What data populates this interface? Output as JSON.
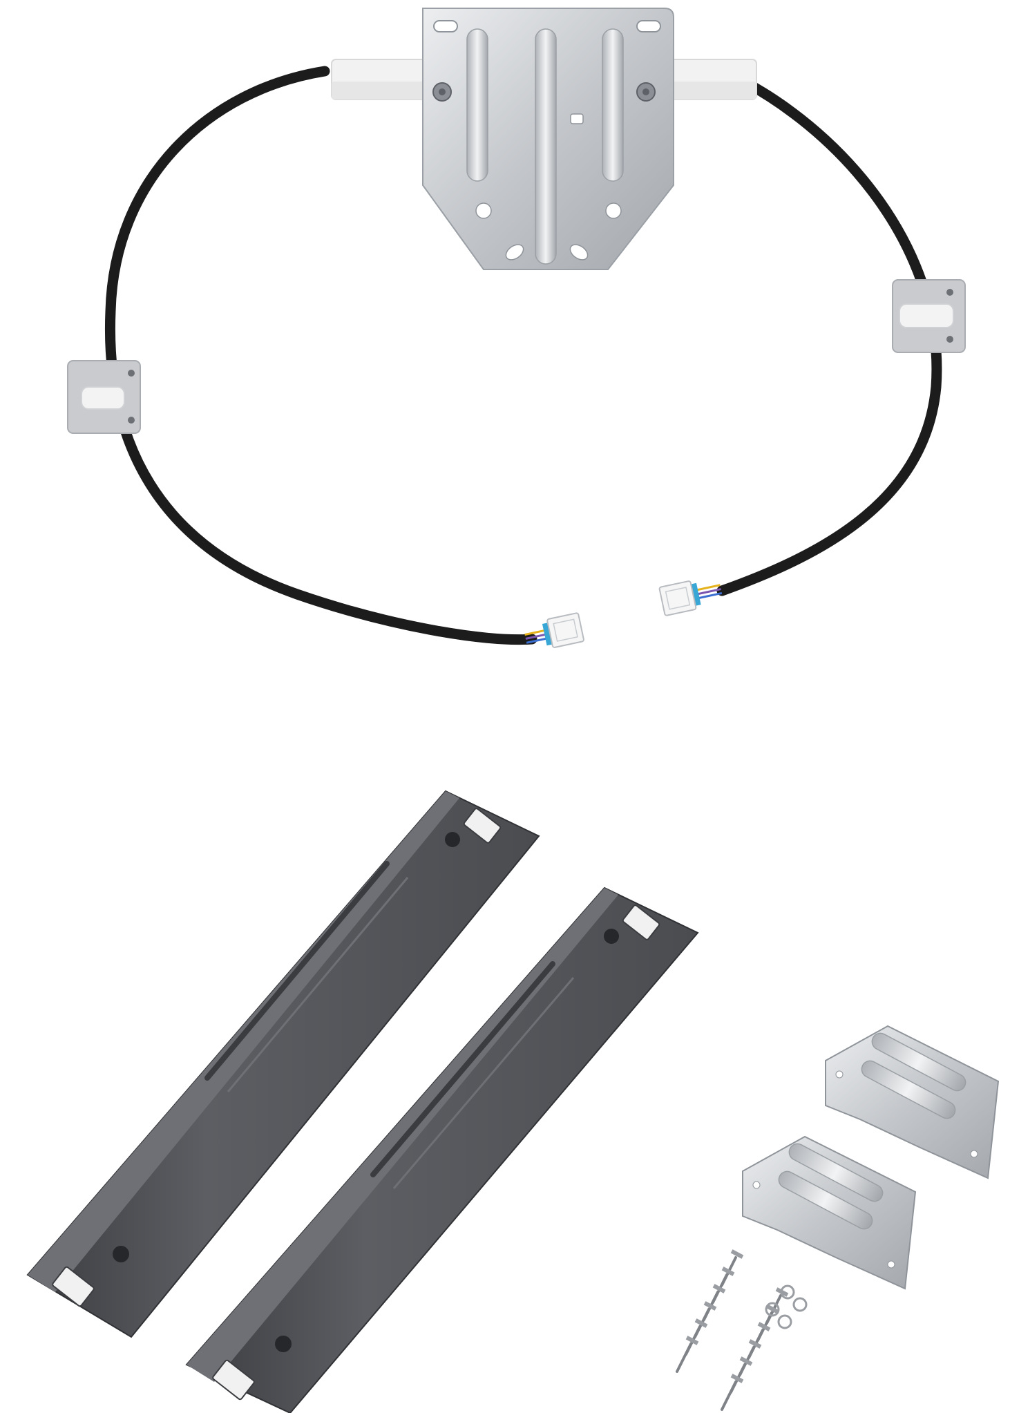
{
  "image": {
    "background": "#ffffff",
    "subject": "appliance-stacking-kit-parts",
    "components": [
      {
        "id": "wire-harness",
        "count": 1
      },
      {
        "id": "mounting-bracket",
        "count": 1
      },
      {
        "id": "cable-clip",
        "count": 2
      },
      {
        "id": "connector-plug",
        "count": 2
      },
      {
        "id": "rail",
        "count": 2
      },
      {
        "id": "anti-tip-bracket",
        "count": 2
      },
      {
        "id": "screw",
        "count": 12
      },
      {
        "id": "washer",
        "count": 4
      }
    ]
  },
  "colors": {
    "cable": "#1c1c1c",
    "rail": "#55575b",
    "rail_dark": "#3a3c40",
    "rail_light": "#6e7075",
    "metal": "#c4c7cb",
    "metal_dark": "#9da1a6",
    "metal_light": "#e6e8ea",
    "clip": "#f3f3f3",
    "clip_base": "#c9cbce",
    "connector": "#f6f6f6",
    "connector_accent": "#38a7d6",
    "wire_yellow": "#e5b21b",
    "wire_purple": "#7a56b0",
    "wire_blue": "#3a6fd1",
    "screw": "#8a8e93"
  }
}
